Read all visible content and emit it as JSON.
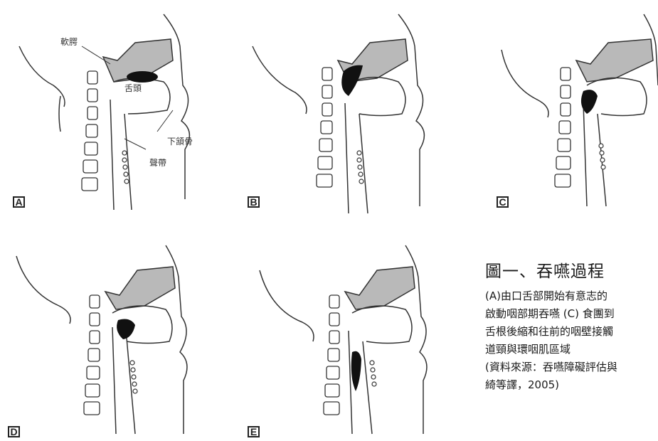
{
  "panels": [
    {
      "tag": "A"
    },
    {
      "tag": "B"
    },
    {
      "tag": "C"
    },
    {
      "tag": "D"
    },
    {
      "tag": "E"
    }
  ],
  "labels": {
    "soft_palate": "軟腭",
    "tongue": "舌頭",
    "hyoid": "下頷骨",
    "vocal_cords": "聲帶"
  },
  "caption": {
    "title": "圖一、吞嚥過程",
    "lines": [
      "(A)由口舌部開始有意志的",
      "啟動咽部期吞嚥 (C) 食團到",
      "舌根後縮和往前的咽壁接觸",
      "道頸與環咽肌區域",
      "(資料來源：吞嚥障礙評估與",
      "綺等譯，2005)"
    ]
  },
  "colors": {
    "bone_fill": "#b9b9b9",
    "bolus": "#111111",
    "line": "#333333"
  }
}
